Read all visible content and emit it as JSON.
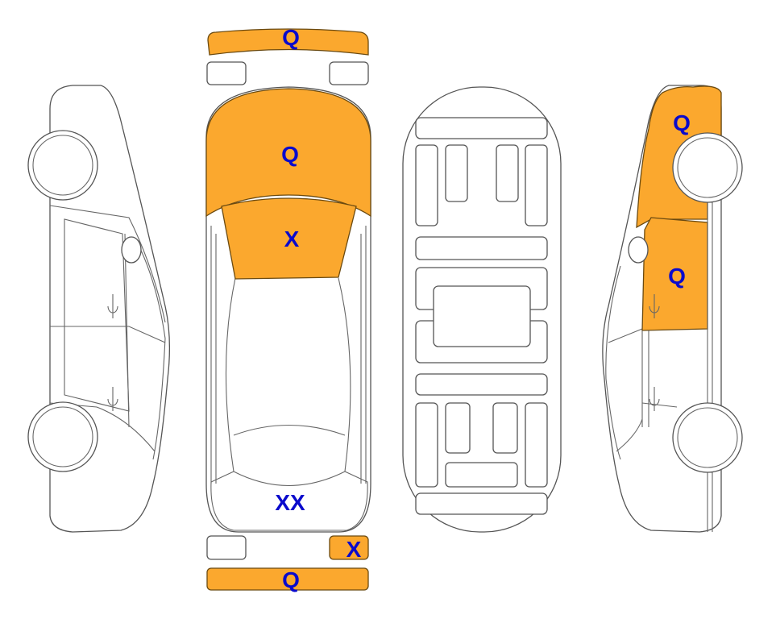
{
  "colors": {
    "damage_fill": "#FBA82E",
    "glass_fill": "#E2F6FB",
    "label_color": "#0A0ACC",
    "outline": "#555555"
  },
  "labels": {
    "front_bumper": "Q",
    "hood": "Q",
    "windshield": "X",
    "rear_window": "XX",
    "rear_right_light": "X",
    "rear_bumper": "Q",
    "right_front_fender": "Q",
    "right_front_door": "Q"
  }
}
